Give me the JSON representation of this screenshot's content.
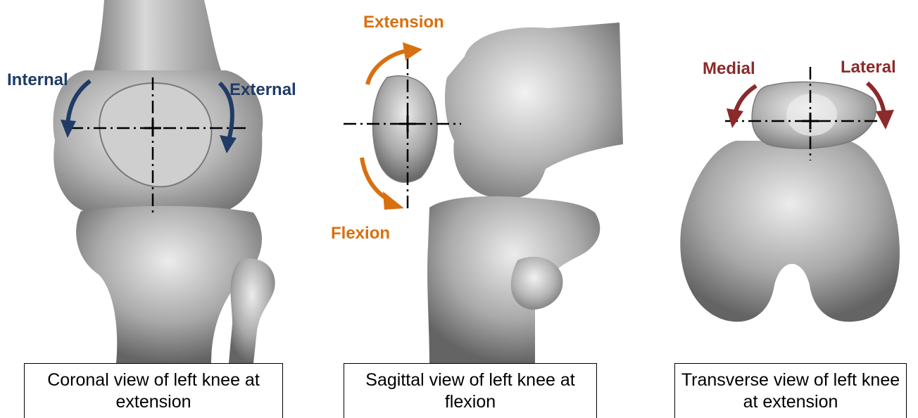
{
  "colors": {
    "internal_external": "#1f3b66",
    "extension_flexion": "#d8700f",
    "medial_lateral": "#8a2a2a",
    "bone": "#a8a8a8"
  },
  "coronal": {
    "label_internal": "Internal",
    "label_external": "External",
    "caption": "Coronal view of left knee at extension"
  },
  "sagittal": {
    "label_extension": "Extension",
    "label_flexion": "Flexion",
    "caption": "Sagittal view of left knee at flexion"
  },
  "transverse": {
    "label_medial": "Medial",
    "label_lateral": "Lateral",
    "caption": "Transverse view of left knee at extension"
  }
}
